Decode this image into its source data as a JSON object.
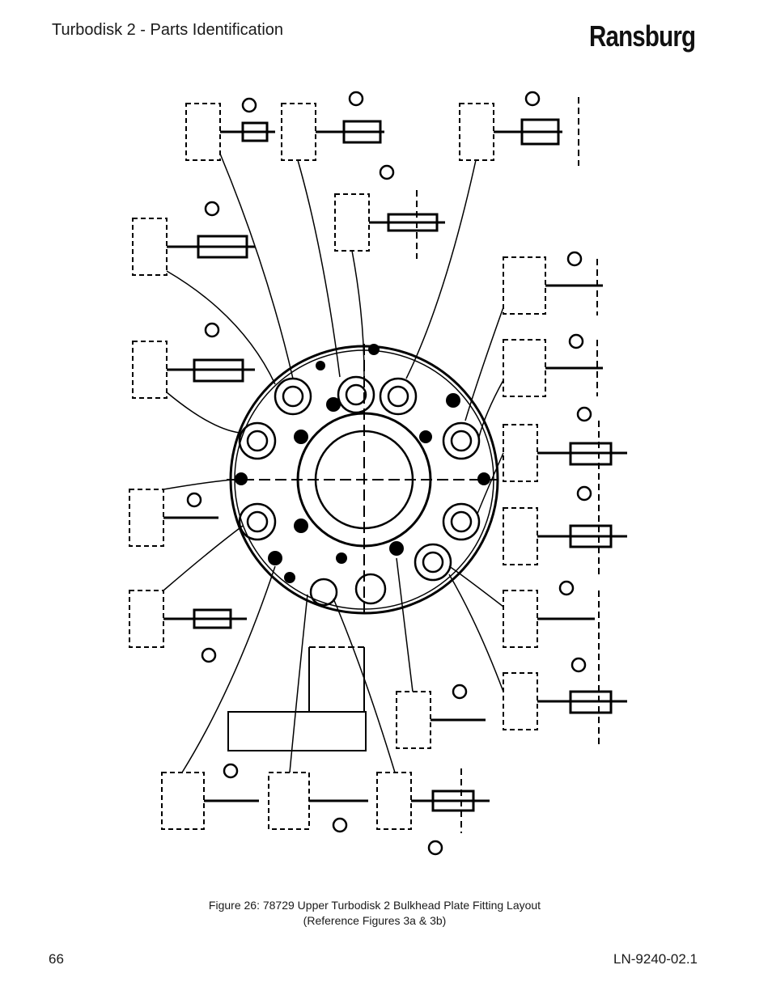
{
  "header": {
    "title": "Turbodisk 2 - Parts Identification",
    "brand": "Ransburg"
  },
  "figure": {
    "caption_line1": "Figure 26:  78729 Upper Turbodisk 2 Bulkhead Plate Fitting Layout",
    "caption_line2": "(Reference Figures 3a & 3b)"
  },
  "footer": {
    "page_number": "66",
    "doc_number": "LN-9240-02.1"
  }
}
